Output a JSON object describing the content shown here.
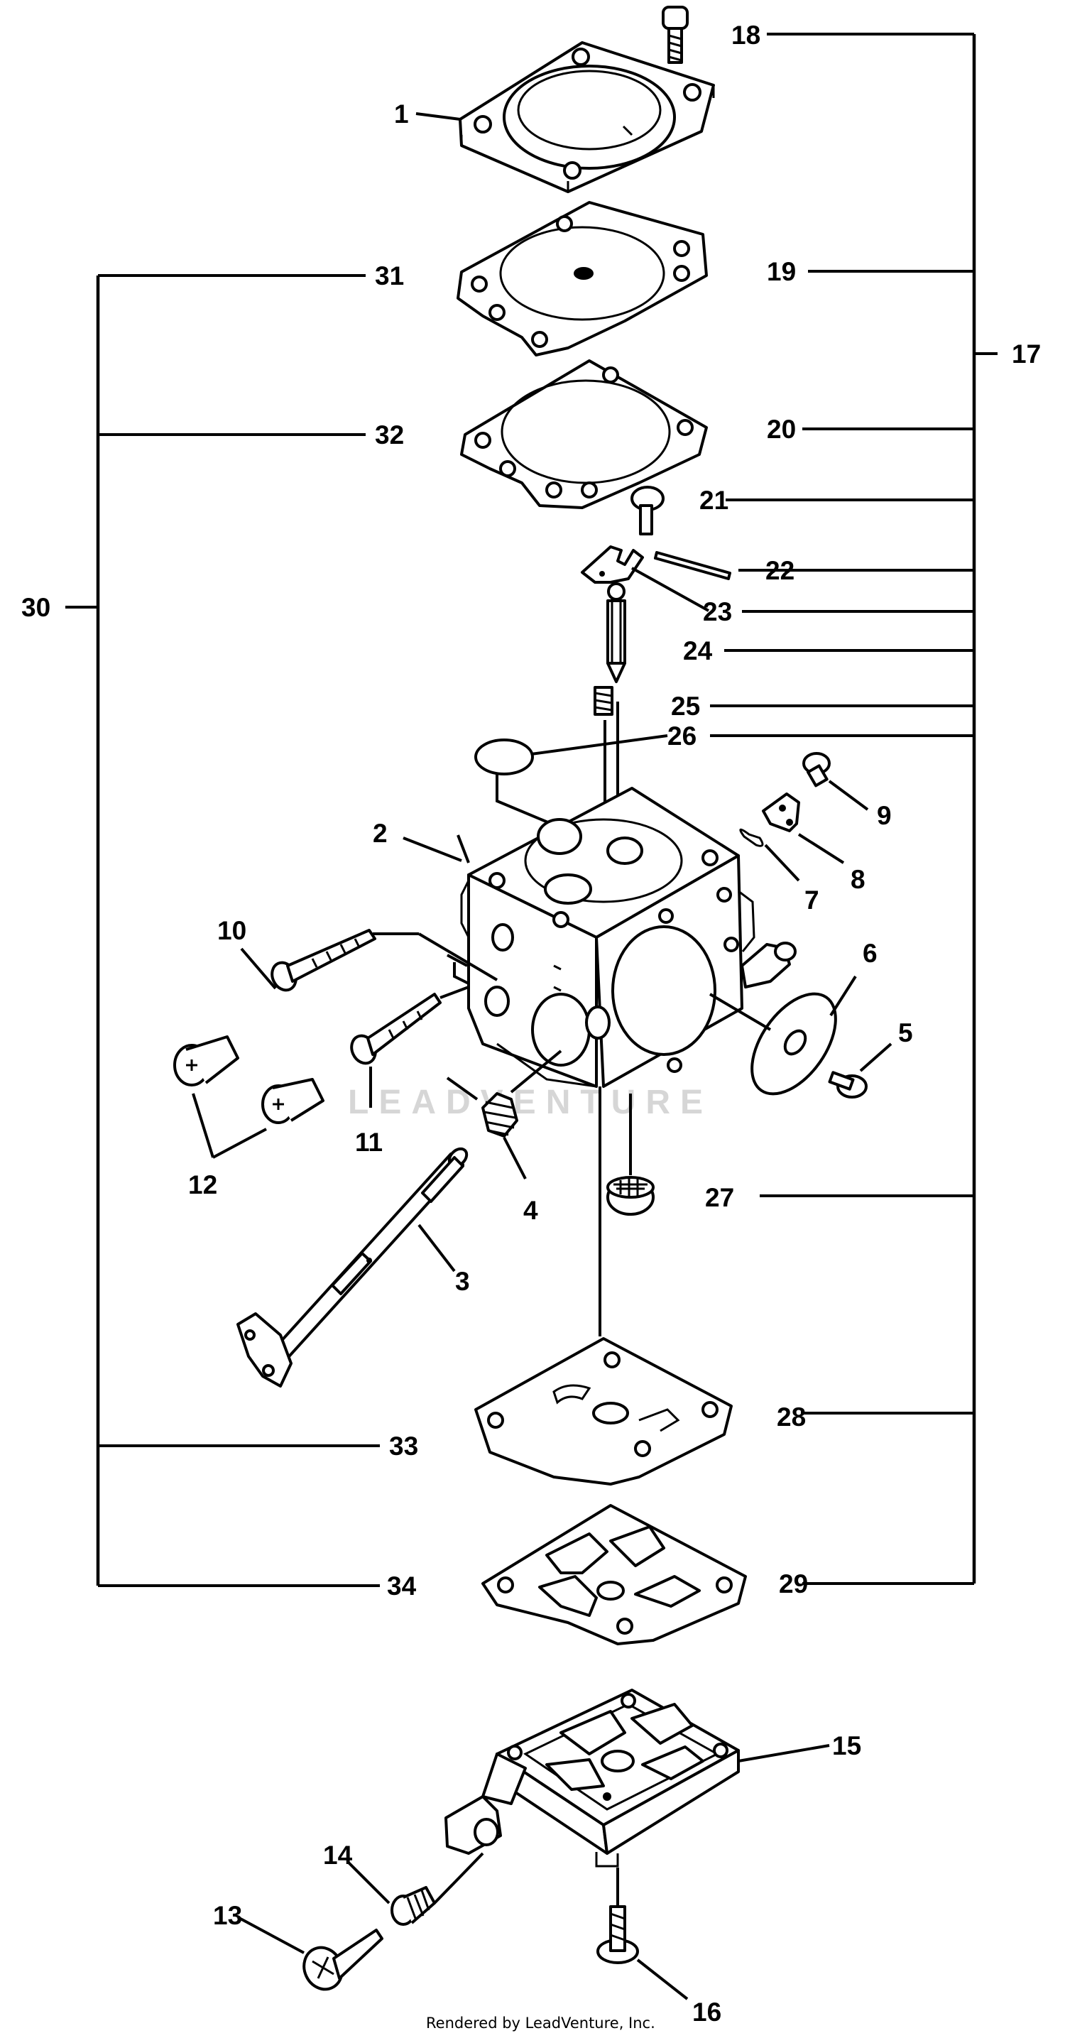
{
  "diagram": {
    "callouts": {
      "c1": "1",
      "c2": "2",
      "c3": "3",
      "c4": "4",
      "c5": "5",
      "c6": "6",
      "c7": "7",
      "c8": "8",
      "c9": "9",
      "c10": "10",
      "c11": "11",
      "c12": "12",
      "c13": "13",
      "c14": "14",
      "c15": "15",
      "c16": "16",
      "c17": "17",
      "c18": "18",
      "c19": "19",
      "c20": "20",
      "c21": "21",
      "c22": "22",
      "c23": "23",
      "c24": "24",
      "c25": "25",
      "c26": "26",
      "c27": "27",
      "c28": "28",
      "c29": "29",
      "c30": "30",
      "c31": "31",
      "c32": "32",
      "c33": "33",
      "c34": "34"
    },
    "watermark": "LEADVENTURE",
    "footer": "Rendered by LeadVenture, Inc."
  },
  "colors": {
    "line": "#000000",
    "background": "#ffffff",
    "watermark": "#d6d6d6"
  }
}
